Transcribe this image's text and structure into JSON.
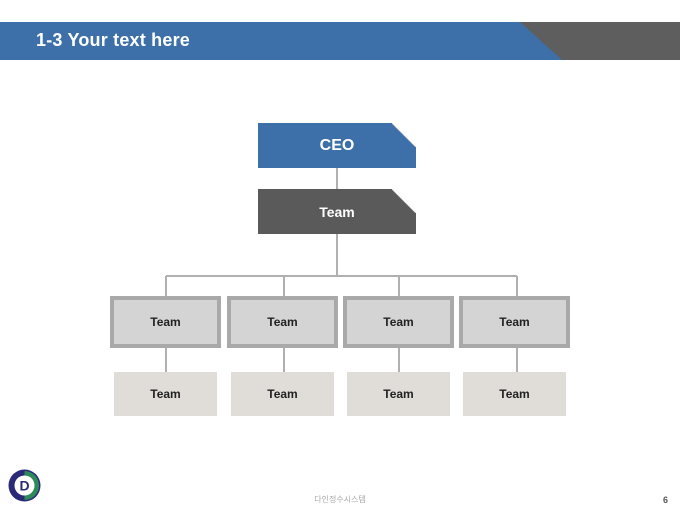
{
  "header": {
    "title": "1-3 Your text here"
  },
  "org_chart": {
    "ceo": "CEO",
    "top_team": "Team",
    "middle_teams": [
      "Team",
      "Team",
      "Team",
      "Team"
    ],
    "bottom_teams": [
      "Team",
      "Team",
      "Team",
      "Team"
    ]
  },
  "colors": {
    "header_blue": "#3d70a8",
    "header_gray": "#5e5e5e",
    "ceo_box": "#3d70a8",
    "team_dark": "#5a5a5a",
    "team_mid_fill": "#d4d4d4",
    "team_mid_border": "#a9a9a9",
    "team_low_fill": "#e0dcd8",
    "connector": "#b0b0b0"
  },
  "footer": {
    "logo_letter": "D",
    "company": "다인정수시스템",
    "page_number": "6"
  }
}
